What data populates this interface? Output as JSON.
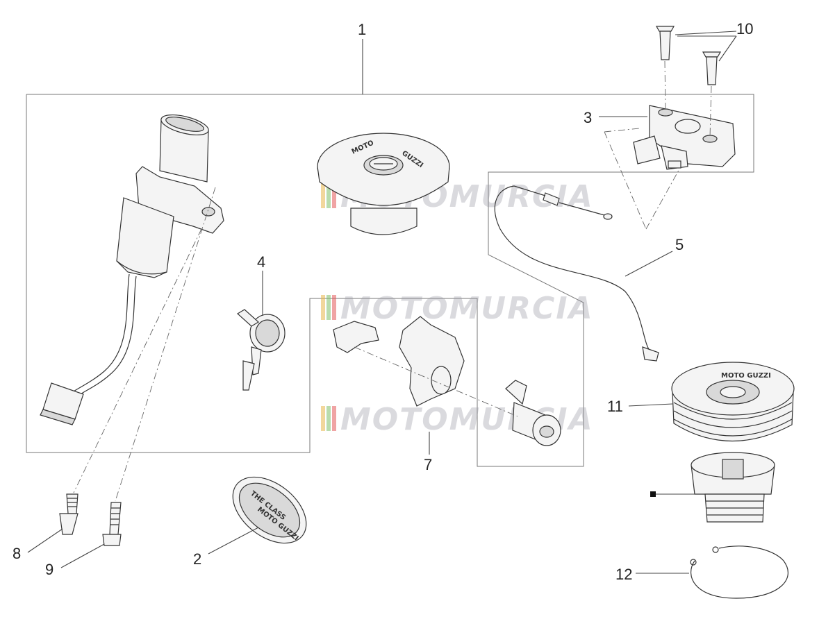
{
  "labels": {
    "p1": "1",
    "p2": "2",
    "p3": "3",
    "p4": "4",
    "p5": "5",
    "p6": "7",
    "p8": "8",
    "p9": "9",
    "p10": "10",
    "p11": "11",
    "p12": "12"
  },
  "watermark": {
    "text": "MOTOMURCIA",
    "stripe_colors": [
      "#e8b64a",
      "#7fbf6a",
      "#e35a5a"
    ]
  },
  "logos": {
    "cap_text_1": "MOTO",
    "cap_text_2": "GUZZI",
    "cap11_text": "MOTO GUZZI",
    "badge_text_1": "THE CLASS",
    "badge_text_2": "MOTO GUZZI"
  }
}
